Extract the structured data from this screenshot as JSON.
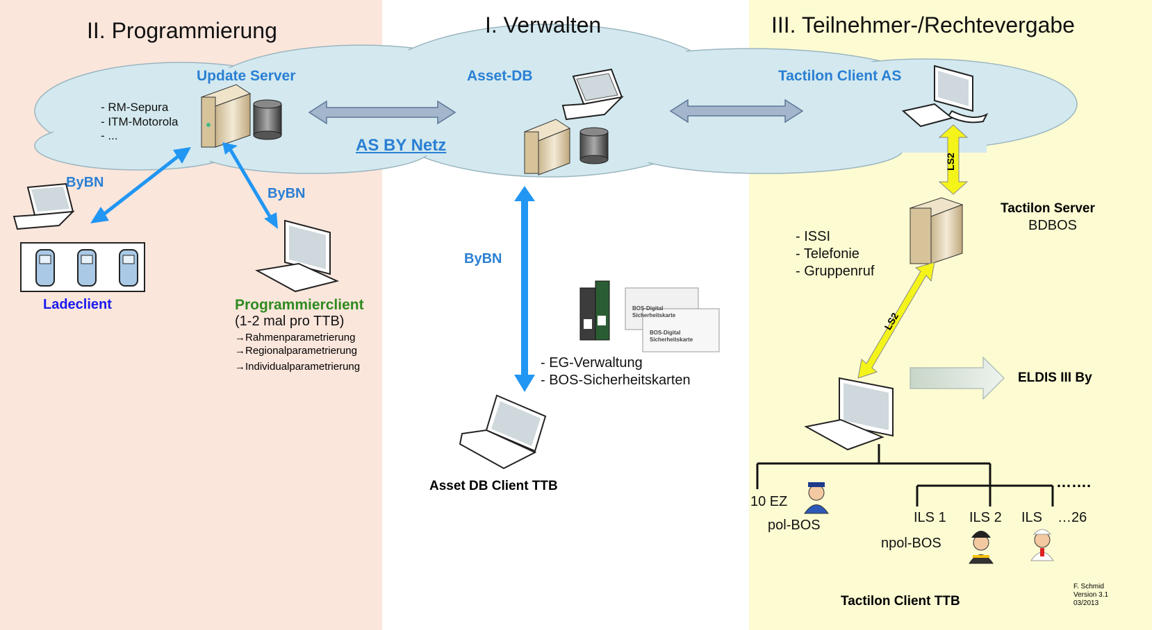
{
  "sections": {
    "programming": "II. Programmierung",
    "manage": "I. Verwalten",
    "participants": "III. Teilnehmer-/Rechtevergabe"
  },
  "cloud": {
    "update_server": "Update Server",
    "asset_db": "Asset-DB",
    "tactilon_client_as": "Tactilon Client AS",
    "network": "AS BY Netz",
    "server_list": [
      "- RM-Sepura",
      "- ITM-Motorola",
      "- ..."
    ]
  },
  "links": {
    "bybn_ladeclient": "ByBN",
    "bybn_programmierclient": "ByBN",
    "bybn_asset": "ByBN",
    "ls2_upper": "LS2",
    "ls2_lower": "LS2"
  },
  "ladeclient": "Ladeclient",
  "programmierclient": {
    "title": "Programmierclient",
    "freq": "(1-2 mal pro TTB)",
    "items": [
      "→Rahmenparametrierung",
      "→Regionalparametrierung",
      "→Individualparametrierung"
    ]
  },
  "asset_client": {
    "notes": [
      "- EG-Verwaltung",
      "- BOS-Sicherheitskarten"
    ],
    "label": "Asset DB Client TTB",
    "card_title": "BOS-Digital",
    "card_sub": "Sicherheitskarte"
  },
  "tactilon_server": {
    "title": "Tactilon Server",
    "sub": "BDBOS",
    "features": [
      "- ISSI",
      "- Telefonie",
      "- Gruppenruf"
    ]
  },
  "eldis": "ELDIS III By",
  "tree": {
    "ez": "10 EZ",
    "pol": "pol-BOS",
    "ils1": "ILS 1",
    "ils2": "ILS 2",
    "ils": "ILS",
    "dots": "…26",
    "npol": "npol-BOS",
    "more": "……."
  },
  "tactilon_client_ttb": "Tactilon Client TTB",
  "credit": [
    "F. Schmid",
    "Version 3.1",
    "03/2013"
  ],
  "colors": {
    "programming_bg": "#fbe6dc",
    "participants_bg": "#fdfbd2",
    "cloud": "#d3e9ef",
    "blue_arrow": "#2196f3",
    "yellow_arrow": "#f4f41a",
    "label_blue": "#2a7fd3",
    "dark_blue": "#1a1aee",
    "green": "#2e8a1e"
  }
}
